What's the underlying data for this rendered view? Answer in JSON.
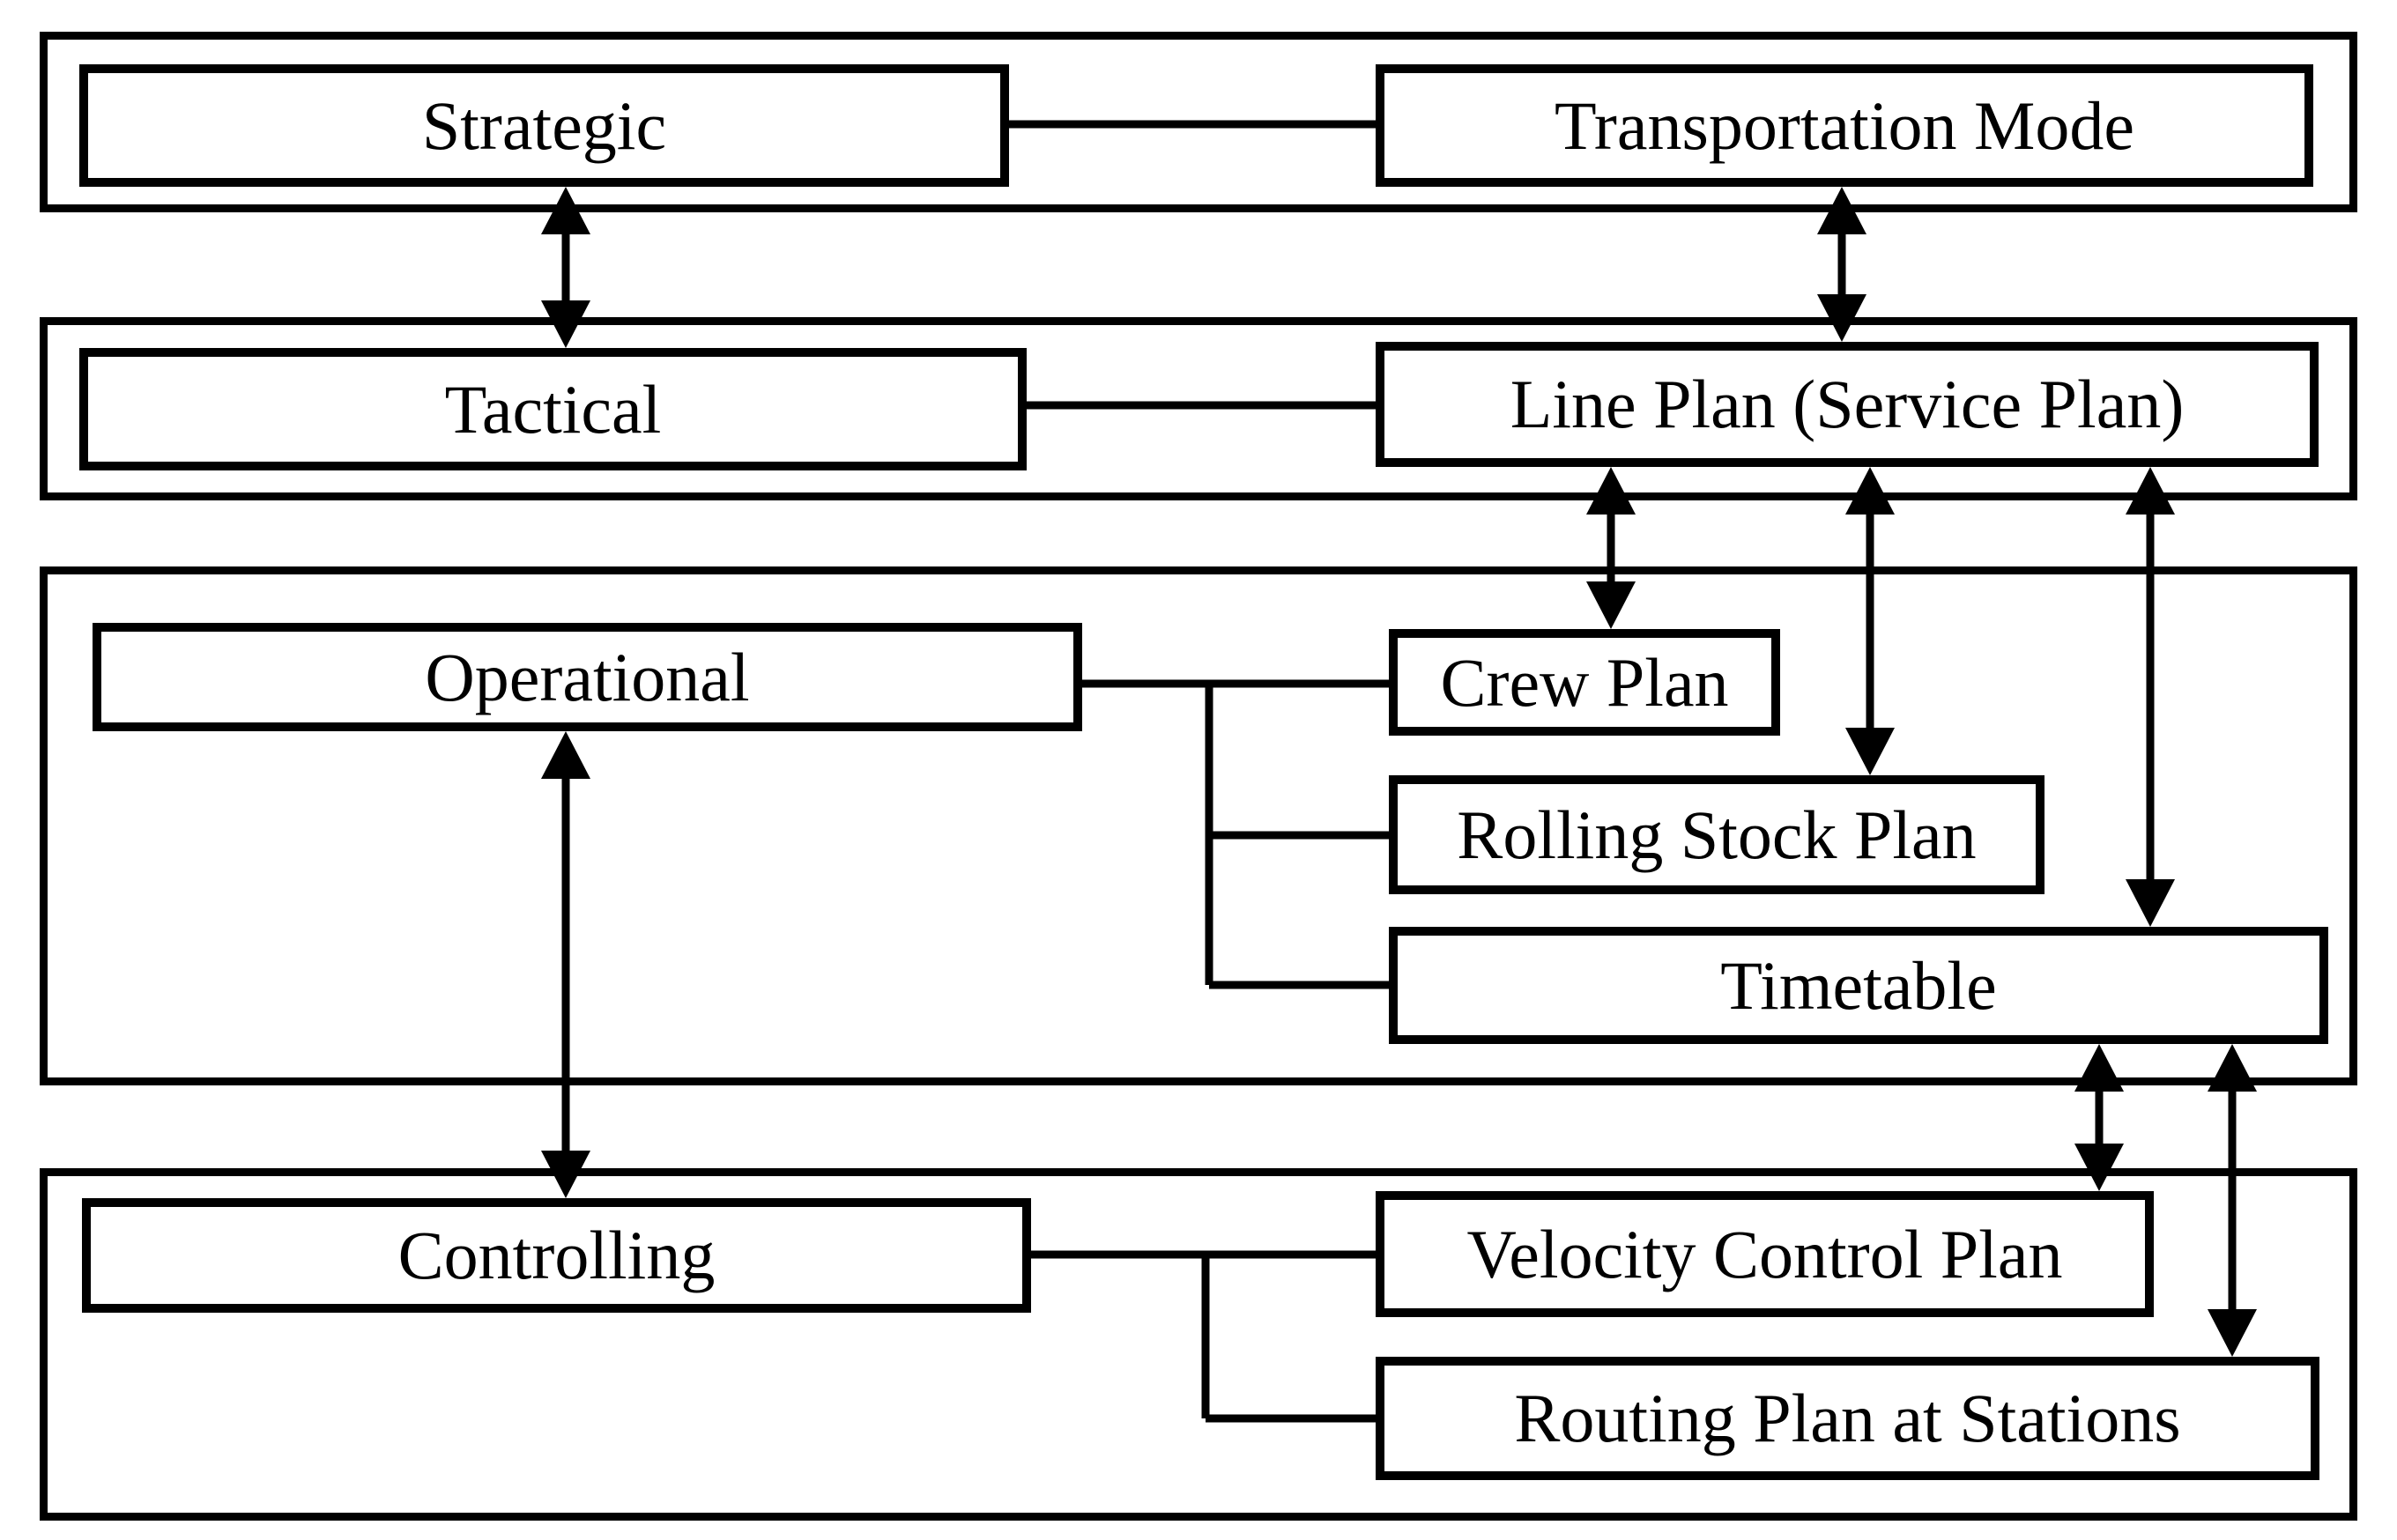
{
  "diagram": {
    "background_color": "#ffffff",
    "line_color": "#000000",
    "levels": [
      {
        "label": "Strategic",
        "plans": [
          {
            "label": "Transportation Mode"
          }
        ]
      },
      {
        "label": "Tactical",
        "plans": [
          {
            "label": "Line Plan (Service Plan)"
          }
        ]
      },
      {
        "label": "Operational",
        "plans": [
          {
            "label": "Crew Plan"
          },
          {
            "label": "Rolling Stock Plan"
          },
          {
            "label": "Timetable"
          }
        ]
      },
      {
        "label": "Controlling",
        "plans": [
          {
            "label": "Velocity Control Plan"
          },
          {
            "label": "Routing Plan at Stations"
          }
        ]
      }
    ]
  }
}
